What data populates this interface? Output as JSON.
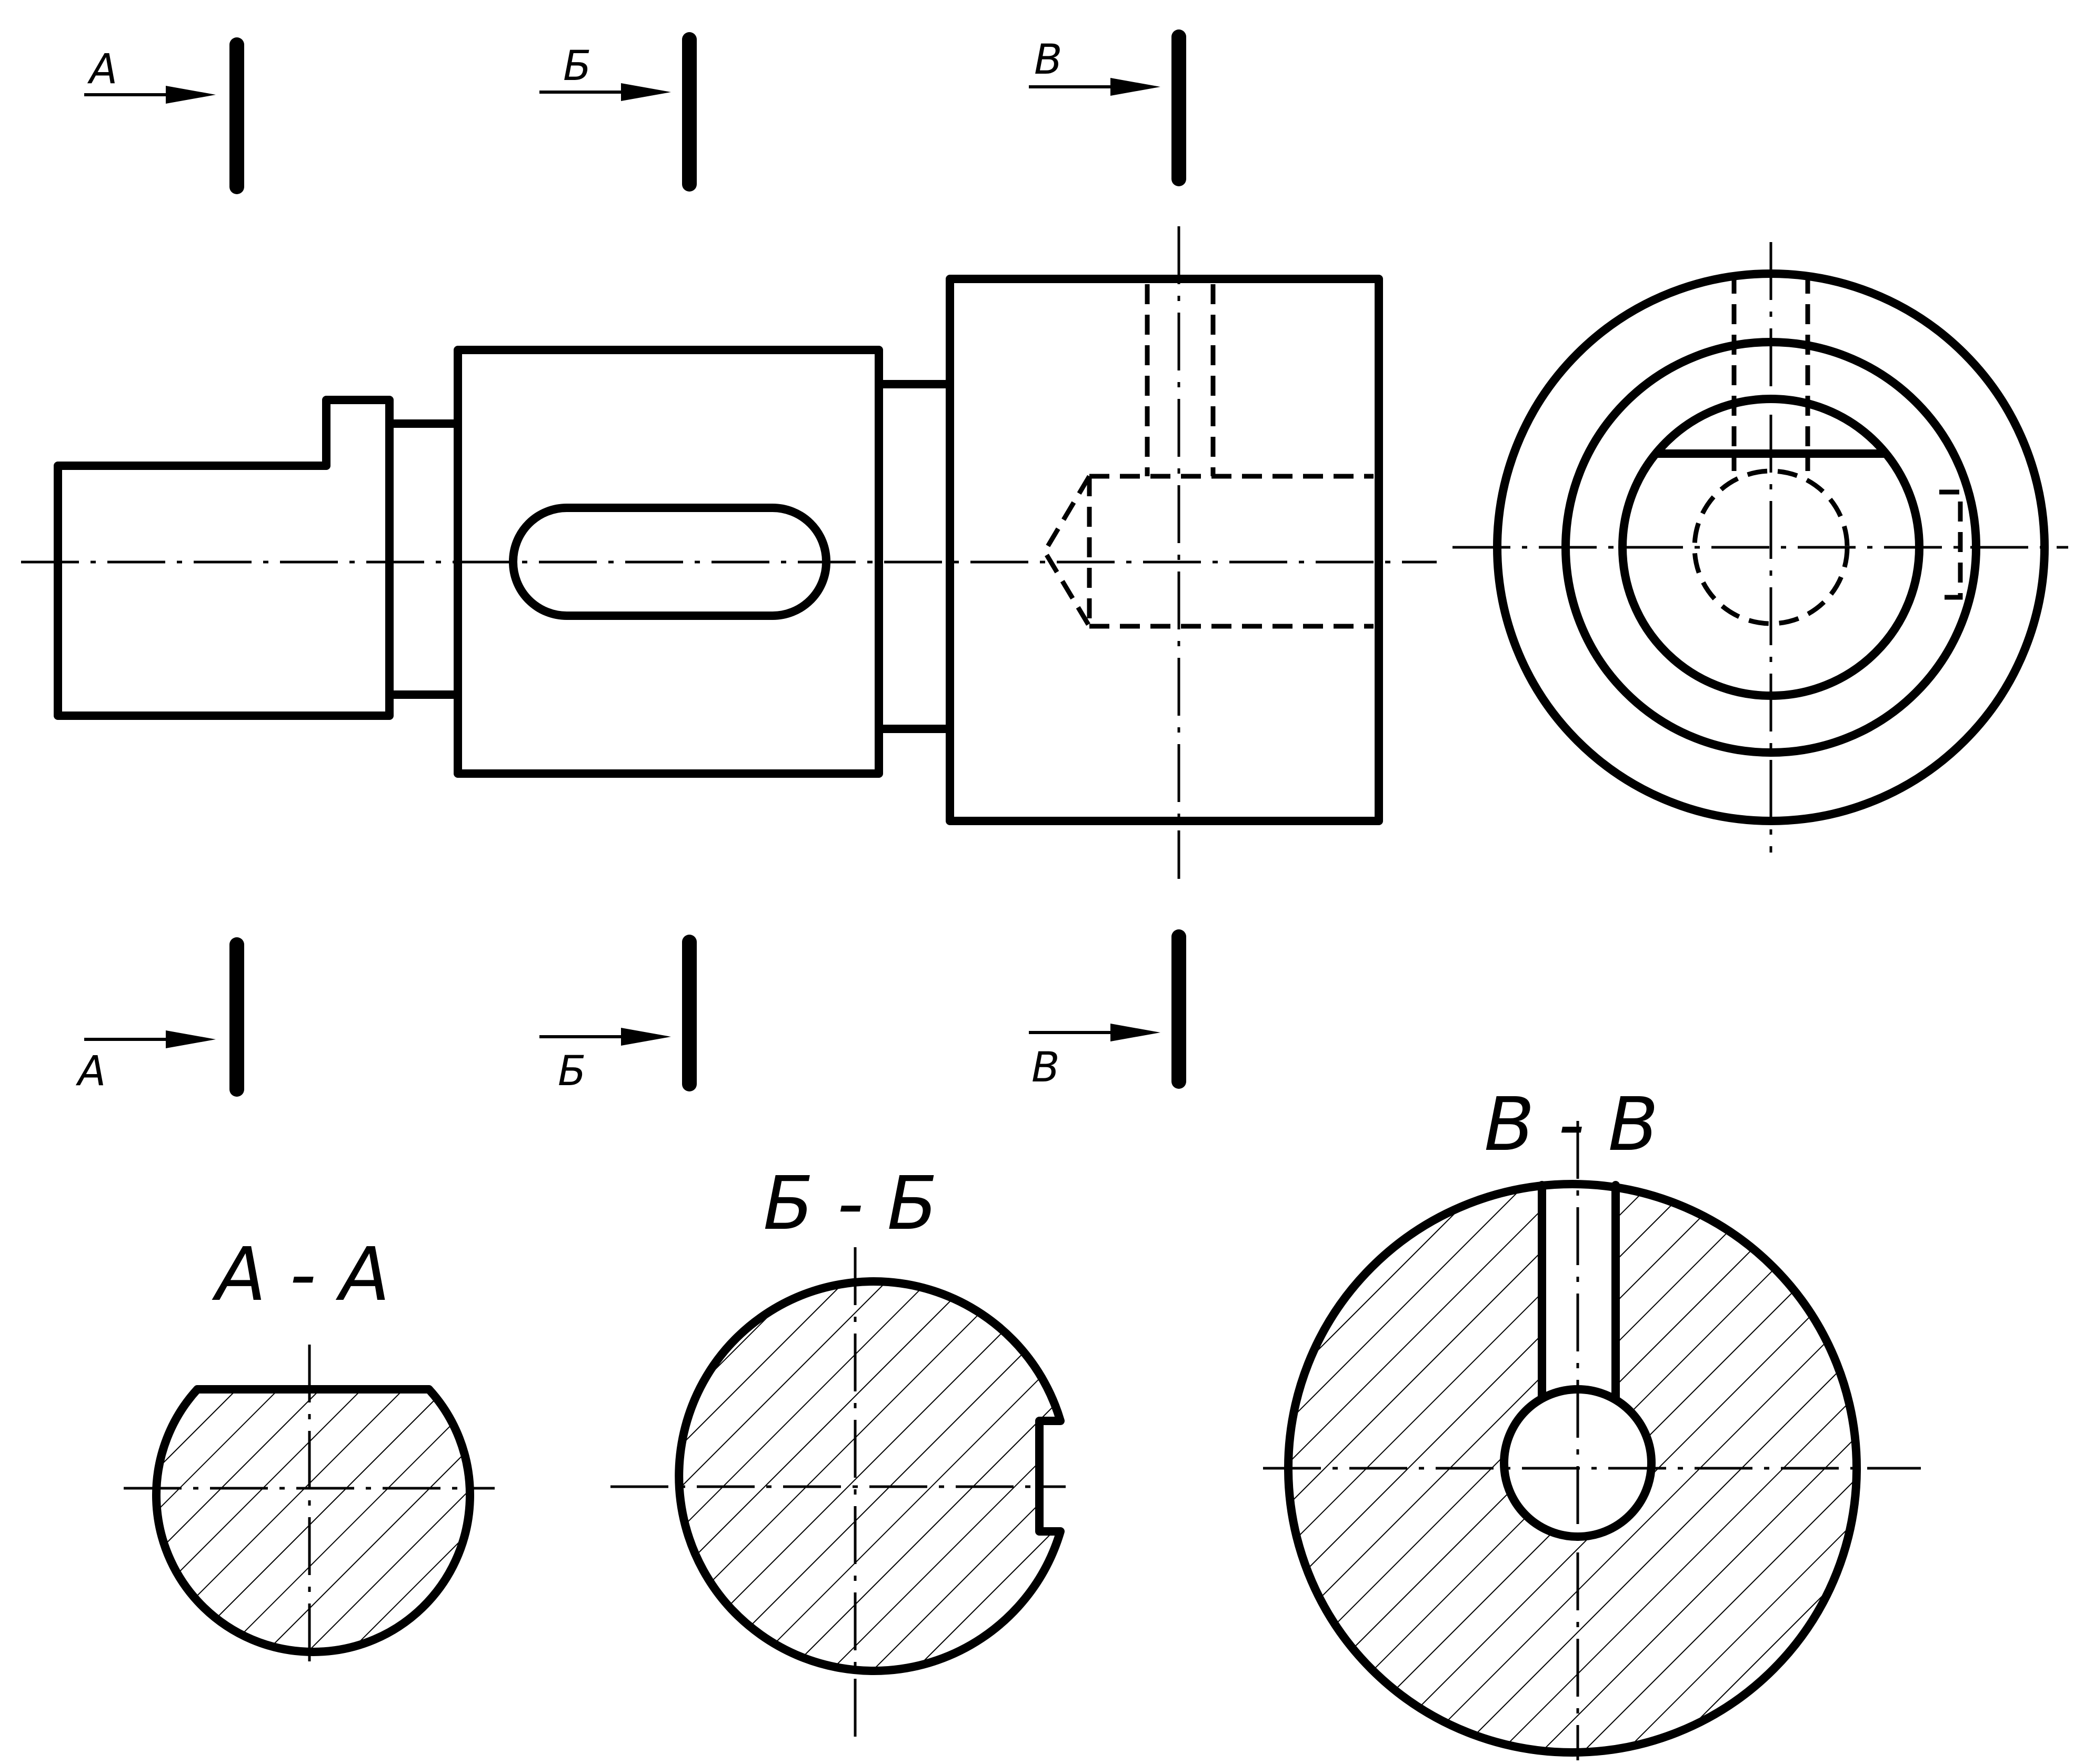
{
  "section_markers": {
    "a": "А",
    "b": "Б",
    "v": "В"
  },
  "section_titles": {
    "a": "А - А",
    "b": "Б - Б",
    "v": "В - В"
  }
}
